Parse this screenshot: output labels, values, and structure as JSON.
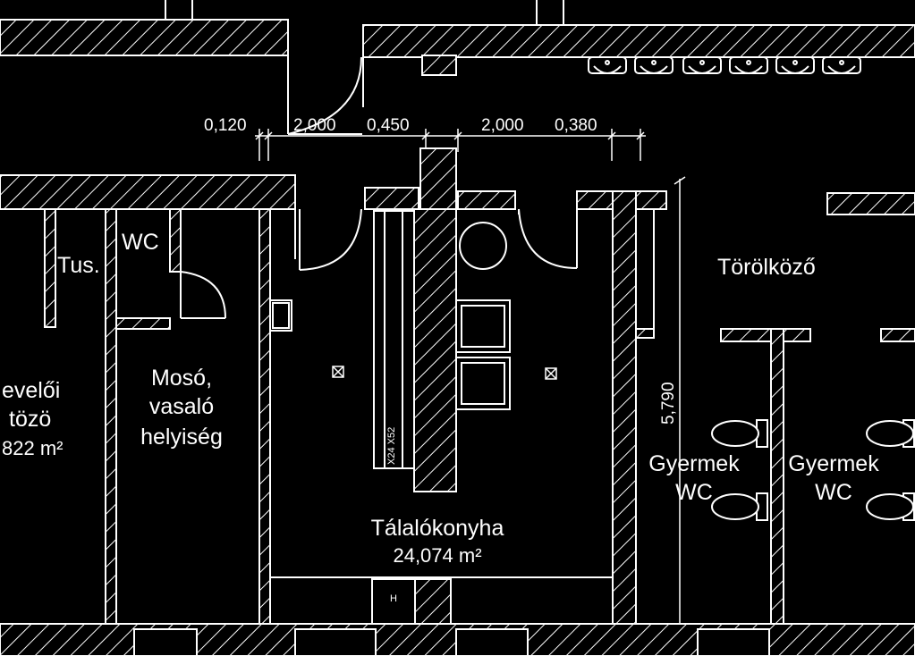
{
  "dimensions": {
    "d1": "0,120",
    "d2": "2,000",
    "d3": "0,450",
    "d4": "2,000",
    "d5": "0,380",
    "vertical": "5,790"
  },
  "rooms": {
    "tus": "Tus.",
    "wc": "WC",
    "torolkozo": "Törölköző",
    "left_partial_1": "evelői",
    "left_partial_2": "tözö",
    "left_partial_area": "822 m²",
    "moso_1": "Mosó,",
    "moso_2": "vasaló",
    "moso_3": "helyiség",
    "gyermek_wc_1_a": "Gyermek",
    "gyermek_wc_1_b": "WC",
    "gyermek_wc_2_a": "Gyermek",
    "gyermek_wc_2_b": "WC",
    "talalokonyha": "Tálalókonyha",
    "talalokonyha_area": "24,074 m²"
  },
  "fixtures": {
    "counter_label": "X24 X52",
    "heater_label": "H"
  }
}
